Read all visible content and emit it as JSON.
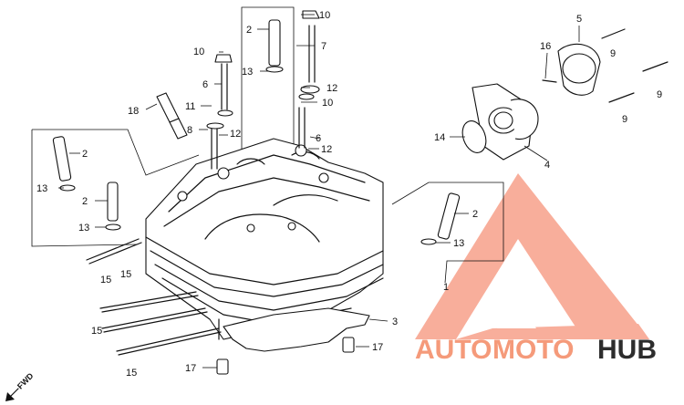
{
  "fwd_label": "FWD",
  "watermark": {
    "part1": "AUTO",
    "part2": "MOTO",
    "part3": "HUB",
    "color_light": "#f59a7a",
    "color_dark": "#2d2d2d"
  },
  "labels": [
    {
      "id": "l10a",
      "text": "10"
    },
    {
      "id": "l2a",
      "text": "2"
    },
    {
      "id": "l7",
      "text": "7"
    },
    {
      "id": "l10b",
      "text": "10"
    },
    {
      "id": "l13a",
      "text": "13"
    },
    {
      "id": "l6a",
      "text": "6"
    },
    {
      "id": "l12a",
      "text": "12"
    },
    {
      "id": "l10c",
      "text": "10"
    },
    {
      "id": "l11",
      "text": "11"
    },
    {
      "id": "l18",
      "text": "18"
    },
    {
      "id": "l8",
      "text": "8"
    },
    {
      "id": "l12b",
      "text": "12"
    },
    {
      "id": "l6b",
      "text": "6"
    },
    {
      "id": "l12c",
      "text": "12"
    },
    {
      "id": "l2b",
      "text": "2"
    },
    {
      "id": "l13b",
      "text": "13"
    },
    {
      "id": "l2c",
      "text": "2"
    },
    {
      "id": "l13c",
      "text": "13"
    },
    {
      "id": "l5",
      "text": "5"
    },
    {
      "id": "l16",
      "text": "16"
    },
    {
      "id": "l9a",
      "text": "9"
    },
    {
      "id": "l9b",
      "text": "9"
    },
    {
      "id": "l9c",
      "text": "9"
    },
    {
      "id": "l14",
      "text": "14"
    },
    {
      "id": "l4",
      "text": "4"
    },
    {
      "id": "l2d",
      "text": "2"
    },
    {
      "id": "l13d",
      "text": "13"
    },
    {
      "id": "l1",
      "text": "1"
    },
    {
      "id": "l15a",
      "text": "15"
    },
    {
      "id": "l15b",
      "text": "15"
    },
    {
      "id": "l15c",
      "text": "15"
    },
    {
      "id": "l15d",
      "text": "15"
    },
    {
      "id": "l3",
      "text": "3"
    },
    {
      "id": "l17a",
      "text": "17"
    },
    {
      "id": "l17b",
      "text": "17"
    }
  ]
}
